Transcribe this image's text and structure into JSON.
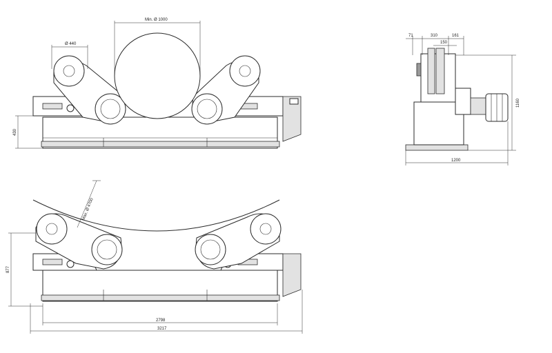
{
  "views": {
    "front": {
      "dim_vessel": "Min. Ø 1000",
      "dim_roller": "Ø 440",
      "dim_axis_height": "430"
    },
    "side": {
      "dim_a": "71",
      "dim_b": "310",
      "dim_c": "161",
      "dim_d": "150",
      "dim_height": "1160",
      "dim_width": "1200"
    },
    "front_large": {
      "dim_vessel": "Max. Ø 4700",
      "dim_height": "877",
      "dim_inner": "2798",
      "dim_overall": "3217"
    }
  }
}
